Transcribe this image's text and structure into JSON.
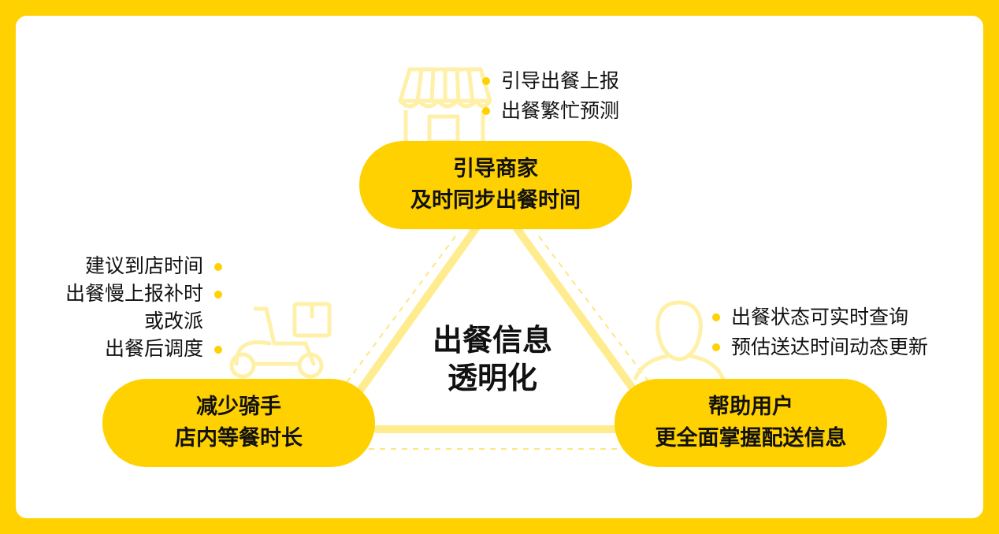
{
  "center": {
    "line1": "出餐信息",
    "line2": "透明化"
  },
  "nodes": {
    "top": {
      "line1": "引导商家",
      "line2": "及时同步出餐时间"
    },
    "left": {
      "line1": "减少骑手",
      "line2": "店内等餐时长"
    },
    "right": {
      "line1": "帮助用户",
      "line2": "更全面掌握配送信息"
    }
  },
  "bullets": {
    "top": [
      "引导出餐上报",
      "出餐繁忙预测"
    ],
    "left": [
      "建议到店时间",
      "出餐慢上报补时",
      "或改派",
      "出餐后调度"
    ],
    "right": [
      "出餐状态可实时查询",
      "预估送达时间动态更新"
    ]
  },
  "icons": {
    "top": "store-icon",
    "left": "scooter-icon",
    "right": "person-icon"
  },
  "colors": {
    "accent": "#FFD100",
    "accent_light": "#FFF0A8",
    "text": "#111111",
    "card": "#FFFFFF"
  }
}
